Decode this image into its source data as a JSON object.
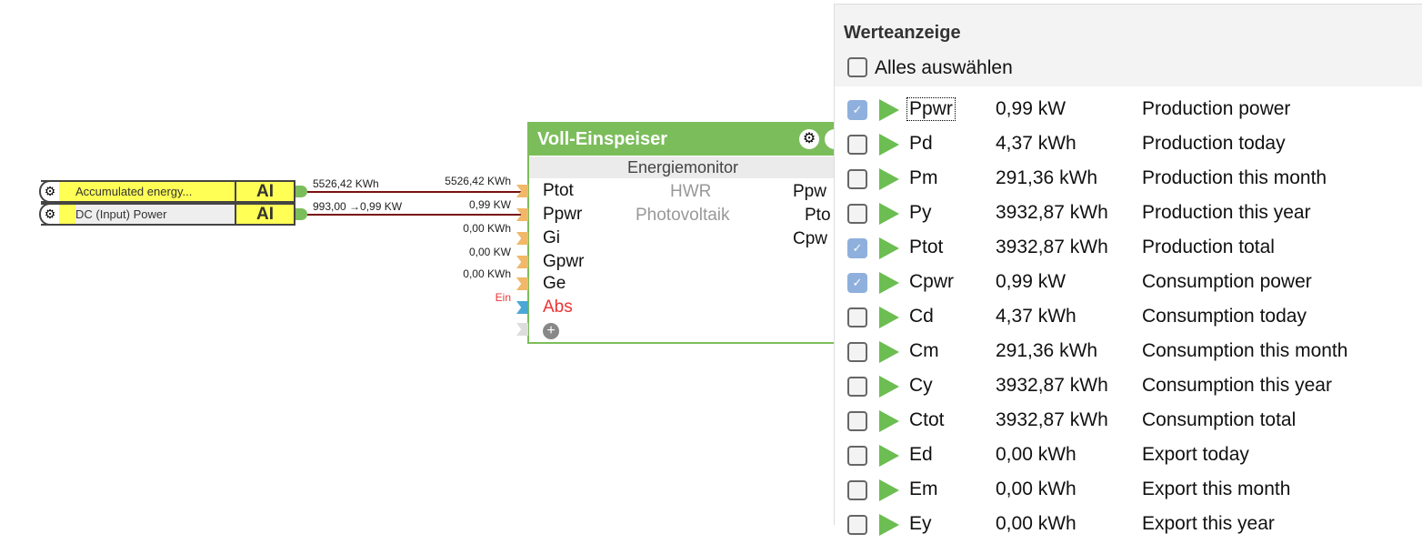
{
  "blocks": [
    {
      "label": "Accumulated  energy...",
      "type": "AI",
      "out": "5526,42 KWh"
    },
    {
      "label": "DC (Input) Power",
      "type": "AI",
      "out": "993,00 →0,99 KW"
    }
  ],
  "node": {
    "title": "Voll-Einspeiser",
    "subtitle": "Energiemonitor",
    "line1": "HWR",
    "line2": "Photovoltaik",
    "inputs": [
      "Ptot",
      "Ppwr",
      "Gi",
      "Gpwr",
      "Ge",
      "Abs"
    ],
    "input_values": [
      "5526,42 KWh",
      "0,99 KW",
      "0,00 KWh",
      "0,00 KW",
      "0,00 KWh",
      "Ein"
    ],
    "outputs": [
      "Ppw",
      "Pto",
      "Cpw"
    ]
  },
  "panel": {
    "title": "Werteanzeige",
    "select_all": "Alles auswählen",
    "rows": [
      {
        "name": "Ppwr",
        "value": "0,99 kW",
        "desc": "Production power",
        "checked": true
      },
      {
        "name": "Pd",
        "value": "4,37 kWh",
        "desc": "Production today",
        "checked": false
      },
      {
        "name": "Pm",
        "value": "291,36 kWh",
        "desc": "Production this month",
        "checked": false
      },
      {
        "name": "Py",
        "value": "3932,87 kWh",
        "desc": "Production this year",
        "checked": false
      },
      {
        "name": "Ptot",
        "value": "3932,87 kWh",
        "desc": "Production total",
        "checked": true
      },
      {
        "name": "Cpwr",
        "value": "0,99 kW",
        "desc": "Consumption power",
        "checked": true
      },
      {
        "name": "Cd",
        "value": "4,37 kWh",
        "desc": "Consumption today",
        "checked": false
      },
      {
        "name": "Cm",
        "value": "291,36 kWh",
        "desc": "Consumption this month",
        "checked": false
      },
      {
        "name": "Cy",
        "value": "3932,87 kWh",
        "desc": "Consumption this year",
        "checked": false
      },
      {
        "name": "Ctot",
        "value": "3932,87 kWh",
        "desc": "Consumption total",
        "checked": false
      },
      {
        "name": "Ed",
        "value": "0,00 kWh",
        "desc": "Export today",
        "checked": false
      },
      {
        "name": "Em",
        "value": "0,00 kWh",
        "desc": "Export this month",
        "checked": false
      },
      {
        "name": "Ey",
        "value": "0,00 kWh",
        "desc": "Export this year",
        "checked": false
      }
    ]
  },
  "colors": {
    "green": "#7cbd5b",
    "wire": "#7a1010",
    "yellow": "#ffff55",
    "check": "#8fb0dc"
  }
}
